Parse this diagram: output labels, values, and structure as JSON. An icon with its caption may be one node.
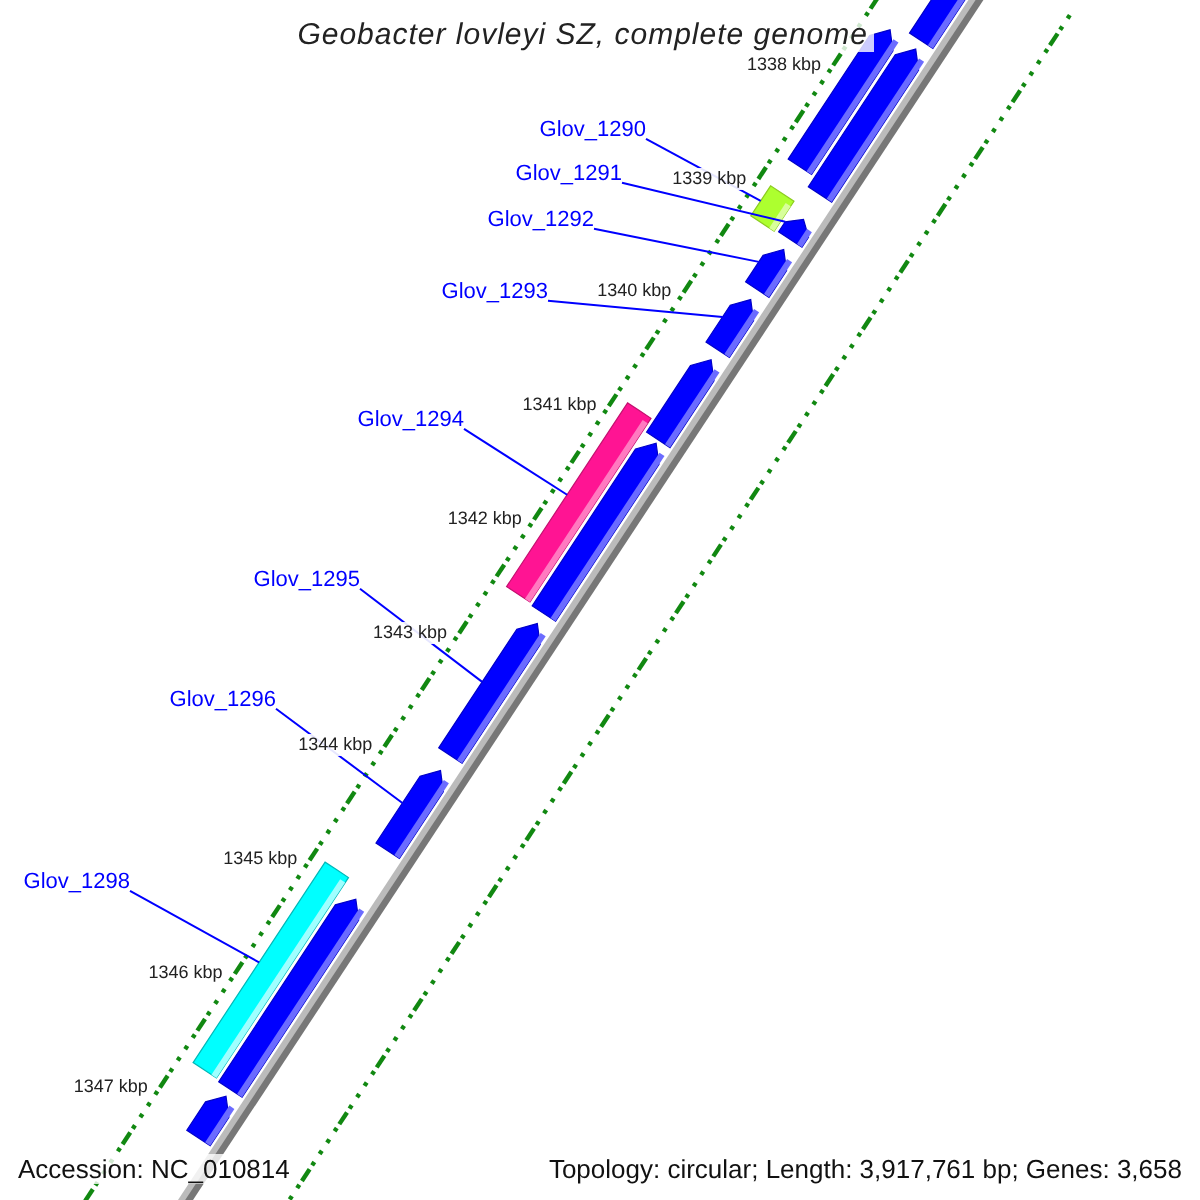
{
  "diagram": {
    "title": "Geobacter lovleyi SZ, complete genome",
    "nodes": [
      {
        "text": [
          "Glov_1290"
        ]
      },
      {
        "text": [
          "Glov_1291"
        ]
      },
      {
        "text": [
          "Glov_1292"
        ]
      },
      {
        "text": [
          "Glov_1293"
        ]
      },
      {
        "text": [
          "Glov_1294"
        ]
      },
      {
        "text": [
          "Glov_1295"
        ]
      },
      {
        "text": [
          "Glov_1296"
        ]
      },
      {
        "text": [
          "Glov_1298"
        ]
      },
      {
        "text": [],
        "shape": "arrow"
      },
      {
        "text": [],
        "shape": "arrow"
      },
      {
        "text": [],
        "shape": "arrow"
      },
      {
        "text": [],
        "shape": "bar"
      },
      {
        "text": [],
        "shape": "arrow"
      },
      {
        "text": [],
        "shape": "arrow"
      },
      {
        "text": [],
        "shape": "arrow"
      },
      {
        "text": [],
        "shape": "arrow"
      },
      {
        "text": [],
        "shape": "bar"
      },
      {
        "text": [],
        "shape": "arrow"
      },
      {
        "text": [],
        "shape": "arrow"
      },
      {
        "text": [],
        "shape": "arrow"
      },
      {
        "text": [],
        "shape": "bar"
      },
      {
        "text": [],
        "shape": "arrow"
      },
      {
        "text": [],
        "shape": "arrow"
      }
    ],
    "edges": [
      {
        "from": 0,
        "to": 11,
        "arrow": "none"
      },
      {
        "from": 1,
        "to": 12,
        "arrow": "none"
      },
      {
        "from": 2,
        "to": 13,
        "arrow": "none"
      },
      {
        "from": 3,
        "to": 14,
        "arrow": "none"
      },
      {
        "from": 4,
        "to": 16,
        "arrow": "none"
      },
      {
        "from": 5,
        "to": 18,
        "arrow": "none"
      },
      {
        "from": 6,
        "to": 19,
        "arrow": "none"
      },
      {
        "from": 7,
        "to": 20,
        "arrow": "none"
      }
    ],
    "labels": [
      "1338 kbp",
      "1339 kbp",
      "1340 kbp",
      "1341 kbp",
      "1342 kbp",
      "1343 kbp",
      "1344 kbp",
      "1345 kbp",
      "1346 kbp",
      "1347 kbp",
      "Accession: NC_010814",
      "Topology: circular; Length: 3,917,761 bp; Genes: 3,658"
    ]
  }
}
